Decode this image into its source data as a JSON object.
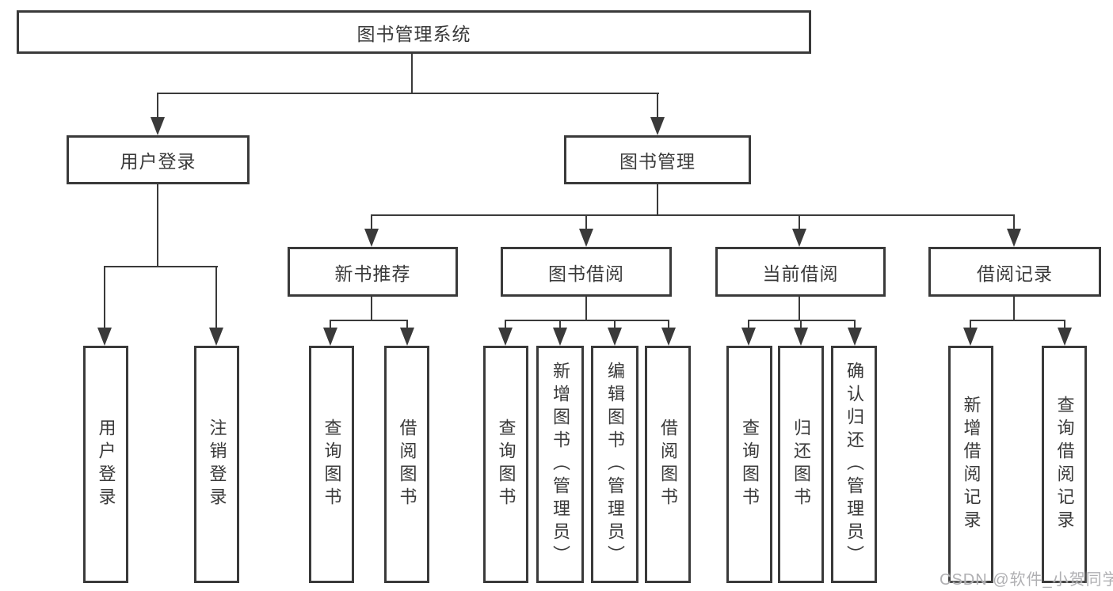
{
  "diagram": {
    "root": {
      "label": "图书管理系统",
      "children": [
        {
          "label": "用户登录",
          "children": [
            {
              "label": "用户登录"
            },
            {
              "label": "注销登录"
            }
          ]
        },
        {
          "label": "图书管理",
          "children": [
            {
              "label": "新书推荐",
              "children": [
                {
                  "label": "查询图书"
                },
                {
                  "label": "借阅图书"
                }
              ]
            },
            {
              "label": "图书借阅",
              "children": [
                {
                  "label": "查询图书"
                },
                {
                  "label": "新增图书（管理员）"
                },
                {
                  "label": "编辑图书（管理员）"
                },
                {
                  "label": "借阅图书"
                }
              ]
            },
            {
              "label": "当前借阅",
              "children": [
                {
                  "label": "查询图书"
                },
                {
                  "label": "归还图书"
                },
                {
                  "label": "确认归还（管理员）"
                }
              ]
            },
            {
              "label": "借阅记录",
              "children": [
                {
                  "label": "新增借阅记录"
                },
                {
                  "label": "查询借阅记录"
                }
              ]
            }
          ]
        }
      ]
    }
  },
  "watermark": {
    "text": "CSDN @软件_小贺同学"
  },
  "colors": {
    "line": "#3a3a3a",
    "text": "#3a3a3a",
    "watermark": "#b0b0b3",
    "background": "#ffffff"
  }
}
